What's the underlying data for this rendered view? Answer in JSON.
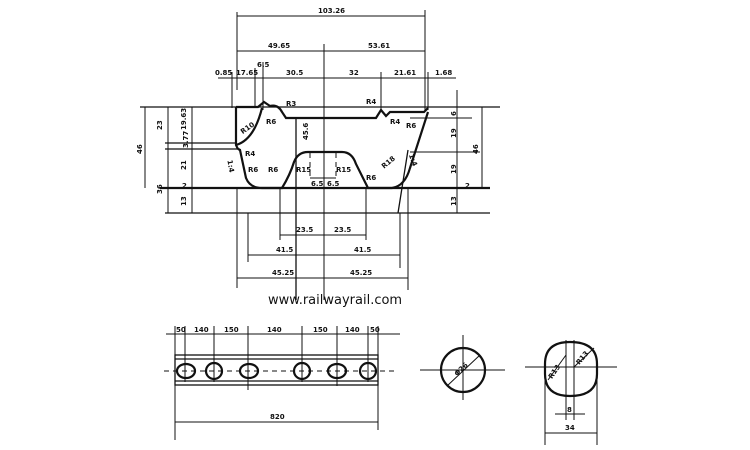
{
  "section": {
    "top_dims": {
      "overall": "103.26",
      "left_half": "49.65",
      "right_half": "53.61",
      "row3": [
        "0.85",
        "17.65",
        "6.5",
        "30.5",
        "32",
        "21.61",
        "1.68"
      ]
    },
    "radii": [
      "R3",
      "R6",
      "R10",
      "R4",
      "R6",
      "R15",
      "R15",
      "R6",
      "R18",
      "R4",
      "R4",
      "R6"
    ],
    "center_dims": {
      "height": "45.6",
      "half_a": "6.5",
      "half_b": "6.5"
    },
    "slope_left": "1:4",
    "slope_right": "1:4",
    "left_dims": [
      "46",
      "23",
      "19.63",
      "3.77",
      "21",
      "36",
      "2",
      "13"
    ],
    "right_dims": [
      "6",
      "19",
      "46",
      "19",
      "2",
      "13"
    ],
    "bottom_dims": {
      "row1": [
        "23.5",
        "23.5"
      ],
      "row2": [
        "41.5",
        "41.5"
      ],
      "row3": [
        "45.25",
        "45.25"
      ]
    }
  },
  "watermark": "www.railwayrail.com",
  "bar": {
    "spacings": [
      "50",
      "140",
      "150",
      "140",
      "150",
      "140",
      "50"
    ],
    "length": "820"
  },
  "round_hole": {
    "diameter": "Φ26"
  },
  "oval_hole": {
    "radius_left": "R13",
    "radius_right": "R13",
    "offset": "8",
    "width": "34"
  }
}
